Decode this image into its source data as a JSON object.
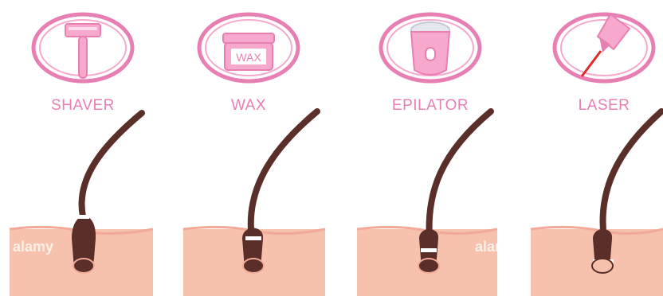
{
  "panels": [
    {
      "label": "SHAVER",
      "icon": "razor-icon"
    },
    {
      "label": "WAX",
      "icon": "wax-jar-icon",
      "icon_text": "WAX"
    },
    {
      "label": "EPILATOR",
      "icon": "epilator-icon"
    },
    {
      "label": "LASER",
      "icon": "laser-icon"
    }
  ],
  "watermark": "alamy",
  "colors": {
    "pink": "#e87fb2",
    "light_pink": "#f6a9cd",
    "skin": "#f7c2ad",
    "skin_edge": "#f2a998",
    "hair": "#5a2f2a",
    "background": "#ffffff"
  }
}
